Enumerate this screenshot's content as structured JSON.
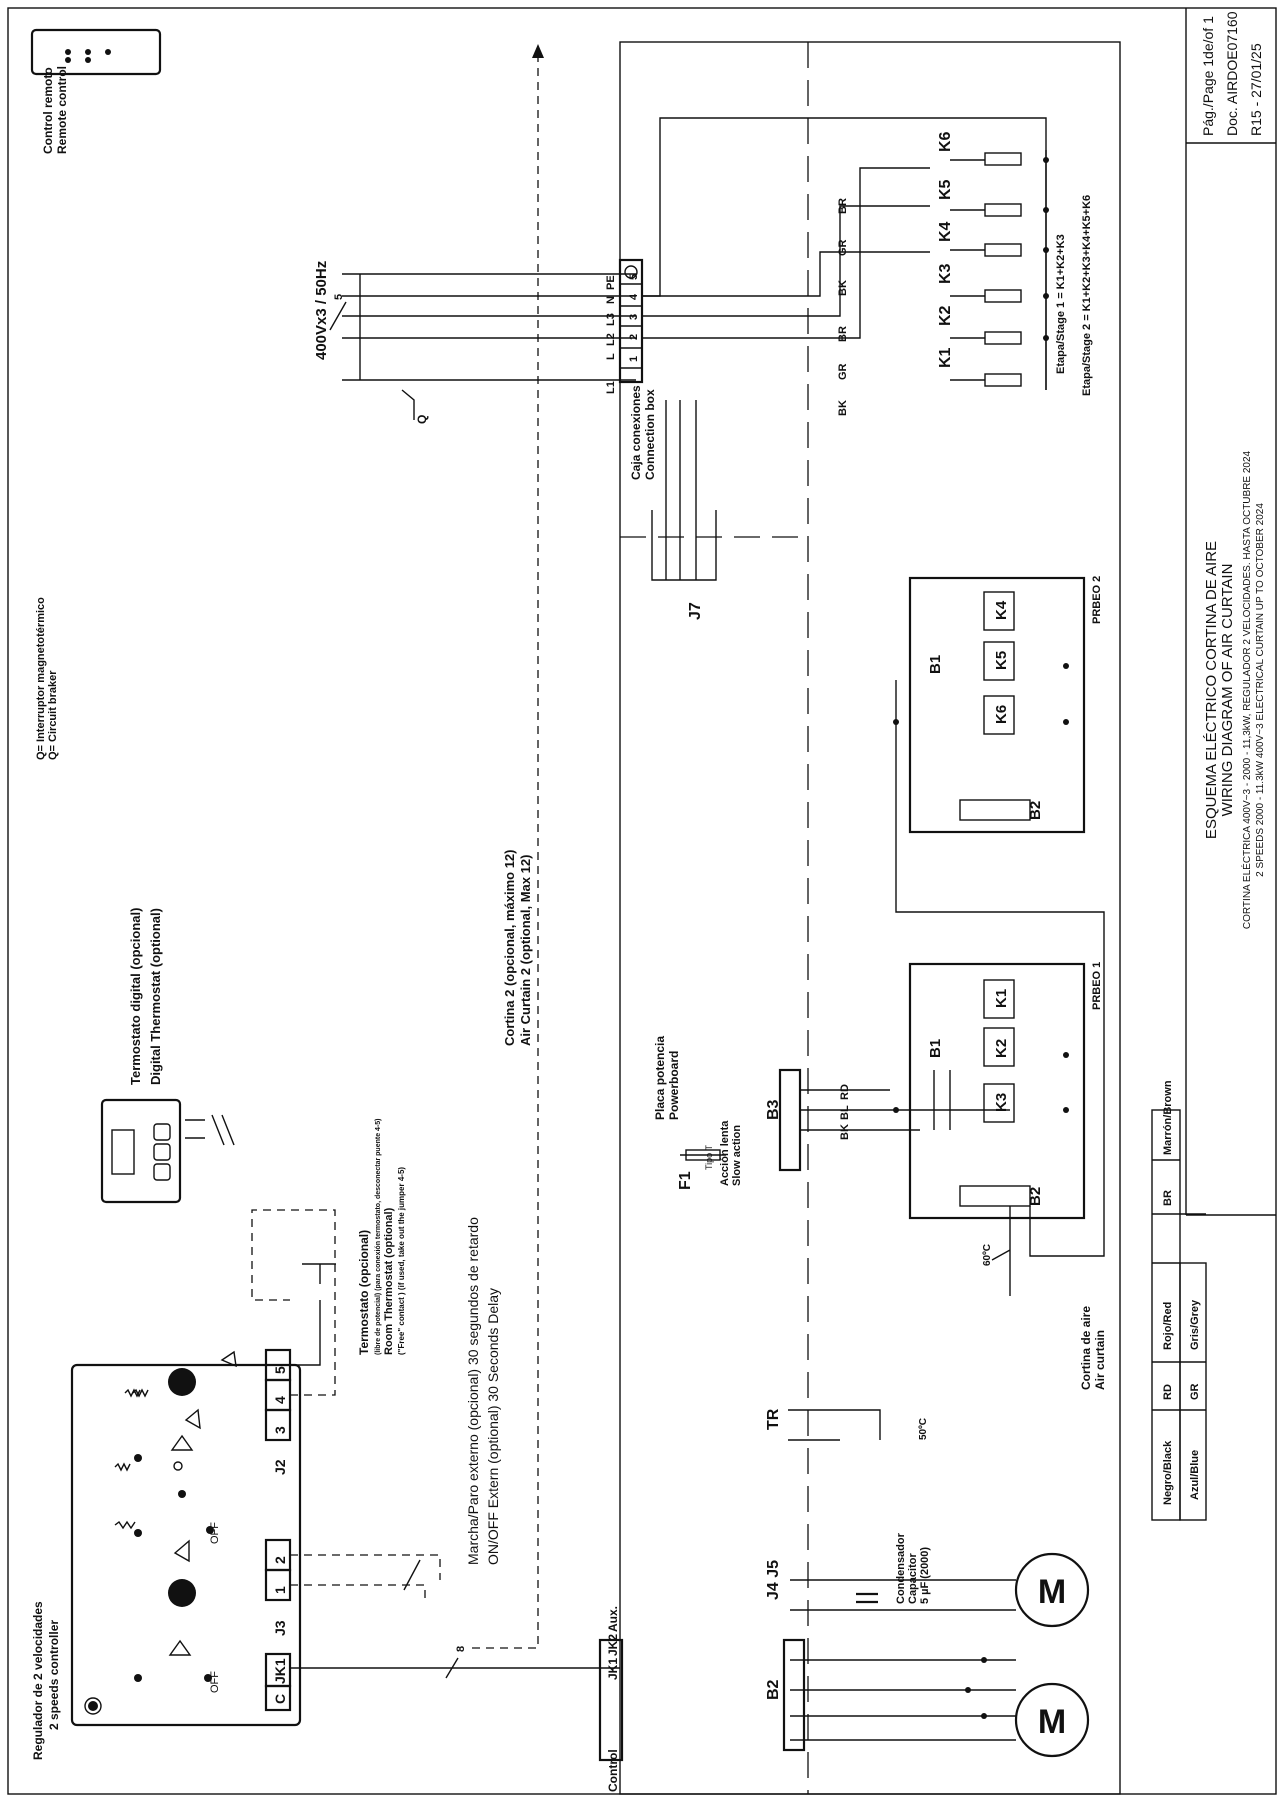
{
  "title_block": {
    "title_es": "ESQUEMA ELÉCTRICO CORTINA DE AIRE",
    "title_en": "WIRING DIAGRAM OF AIR CURTAIN",
    "sub_es": "CORTINA ELÉCTRICA 400V~3 - 2000 - 11,3kW, REGULADOR 2 VELOCIDADES. HASTA OCTUBRE 2024",
    "sub_en": "2 SPEEDS 2000 - 11.3kW 400V~3 ELECTRICAL CURTAIN UP TO OCTOBER 2024",
    "page": "Pág./Page  1de/of 1",
    "doc": "Doc.  AIRDOE07160",
    "rev": "R15  -  27/01/25"
  },
  "legend": {
    "rows": [
      [
        "Negro/Black",
        "RD",
        "Rojo/Red",
        "BR",
        "Marrón/Brown"
      ],
      [
        "Azul/Blue",
        "GR",
        "Gris/Grey"
      ]
    ]
  },
  "labels": {
    "controller_es": "Regulador de 2 velocidades",
    "controller_en": "2 speeds controller",
    "off1": "OFF",
    "off2": "OFF",
    "jk1": "JK1",
    "c": "C",
    "j3": "J3",
    "j3_1": "1",
    "j3_2": "2",
    "j2": "J2",
    "j2_3": "3",
    "j2_4": "4",
    "j2_5": "5",
    "wires8": "8",
    "onoff_es": "Marcha/Paro externo (opcional) 30 segundos de retardo",
    "onoff_en": "ON/OFF Extern (optional) 30 Seconds Delay",
    "thermo_es": "Termostato (opcional)",
    "thermo_es2": "(libre de potencial) (para conexión termostato, desconectar puente 4-5)",
    "thermo_en": "Room Thermostat (optional)",
    "thermo_en2": "(\"Free\" contact ) (if used, take out the jumper 4-5)",
    "dthermo_es": "Termostato digital (opcional)",
    "dthermo_en": "Digital Thermostat (optional)",
    "breaker_es": "Q= Interruptor magnetotérmico",
    "breaker_en": "Q= Circuit braker",
    "remote_es": "Control remoto",
    "remote_en": "Remote control",
    "supply": "400Vx3 / 50Hz",
    "supply_wires": "5",
    "q": "Q",
    "curtain2_es": "Cortina 2 (opcional, máximo 12)",
    "curtain2_en": "Air Curtain 2 (optional, Max 12)",
    "control": "Control",
    "jk1b": "JK1",
    "jk2": "JK2",
    "aux": "Aux.",
    "b2": "B2",
    "j4j5": "J4  J5",
    "cap_es": "Condensador",
    "cap_en": "Capacitor",
    "cap_val": "5 µF (2000)",
    "tr": "TR",
    "tr_temp": "50ºC",
    "f1": "F1",
    "f1_type": "Tipo T",
    "f1_es": "Acción lenta",
    "f1_en": "Slow action",
    "pb_es": "Placa potencia",
    "pb_en": "Powerboard",
    "b3": "B3",
    "rd": "RD",
    "bl": "BL",
    "bk": "BK",
    "th60": "60ºC",
    "ac_es": "Cortina de aire",
    "ac_en": "Air curtain",
    "prbeo1": "PRBEO 1",
    "prbeo2": "PRBEO 2",
    "b1": "B1",
    "b1b": "B1",
    "b2a": "B2",
    "b2b": "B2",
    "k1": "K1",
    "k2": "K2",
    "k3": "K3",
    "k4": "K4",
    "k5": "K5",
    "k6": "K6",
    "j7": "J7",
    "box_es": "Caja conexiones",
    "box_en": "Connection box",
    "l1": "L1",
    "l": "L",
    "l2": "L2",
    "l3": "L3",
    "n": "N",
    "pe": "PE",
    "t1": "1",
    "t2": "2",
    "t3": "3",
    "t4": "4",
    "t5": "5",
    "stage1": "Etapa/Stage 1 = K1+K2+K3",
    "stage2": "Etapa/Stage 2 = K1+K2+K3+K4+K5+K6",
    "w_bk1": "BK",
    "w_gr1": "GR",
    "w_br1": "BR",
    "w_bk2": "BK",
    "w_gr2": "GR",
    "w_br2": "BR",
    "rk1": "K1",
    "rk2": "K2",
    "rk3": "K3",
    "rk4": "K4",
    "rk5": "K5",
    "rk6": "K6"
  }
}
